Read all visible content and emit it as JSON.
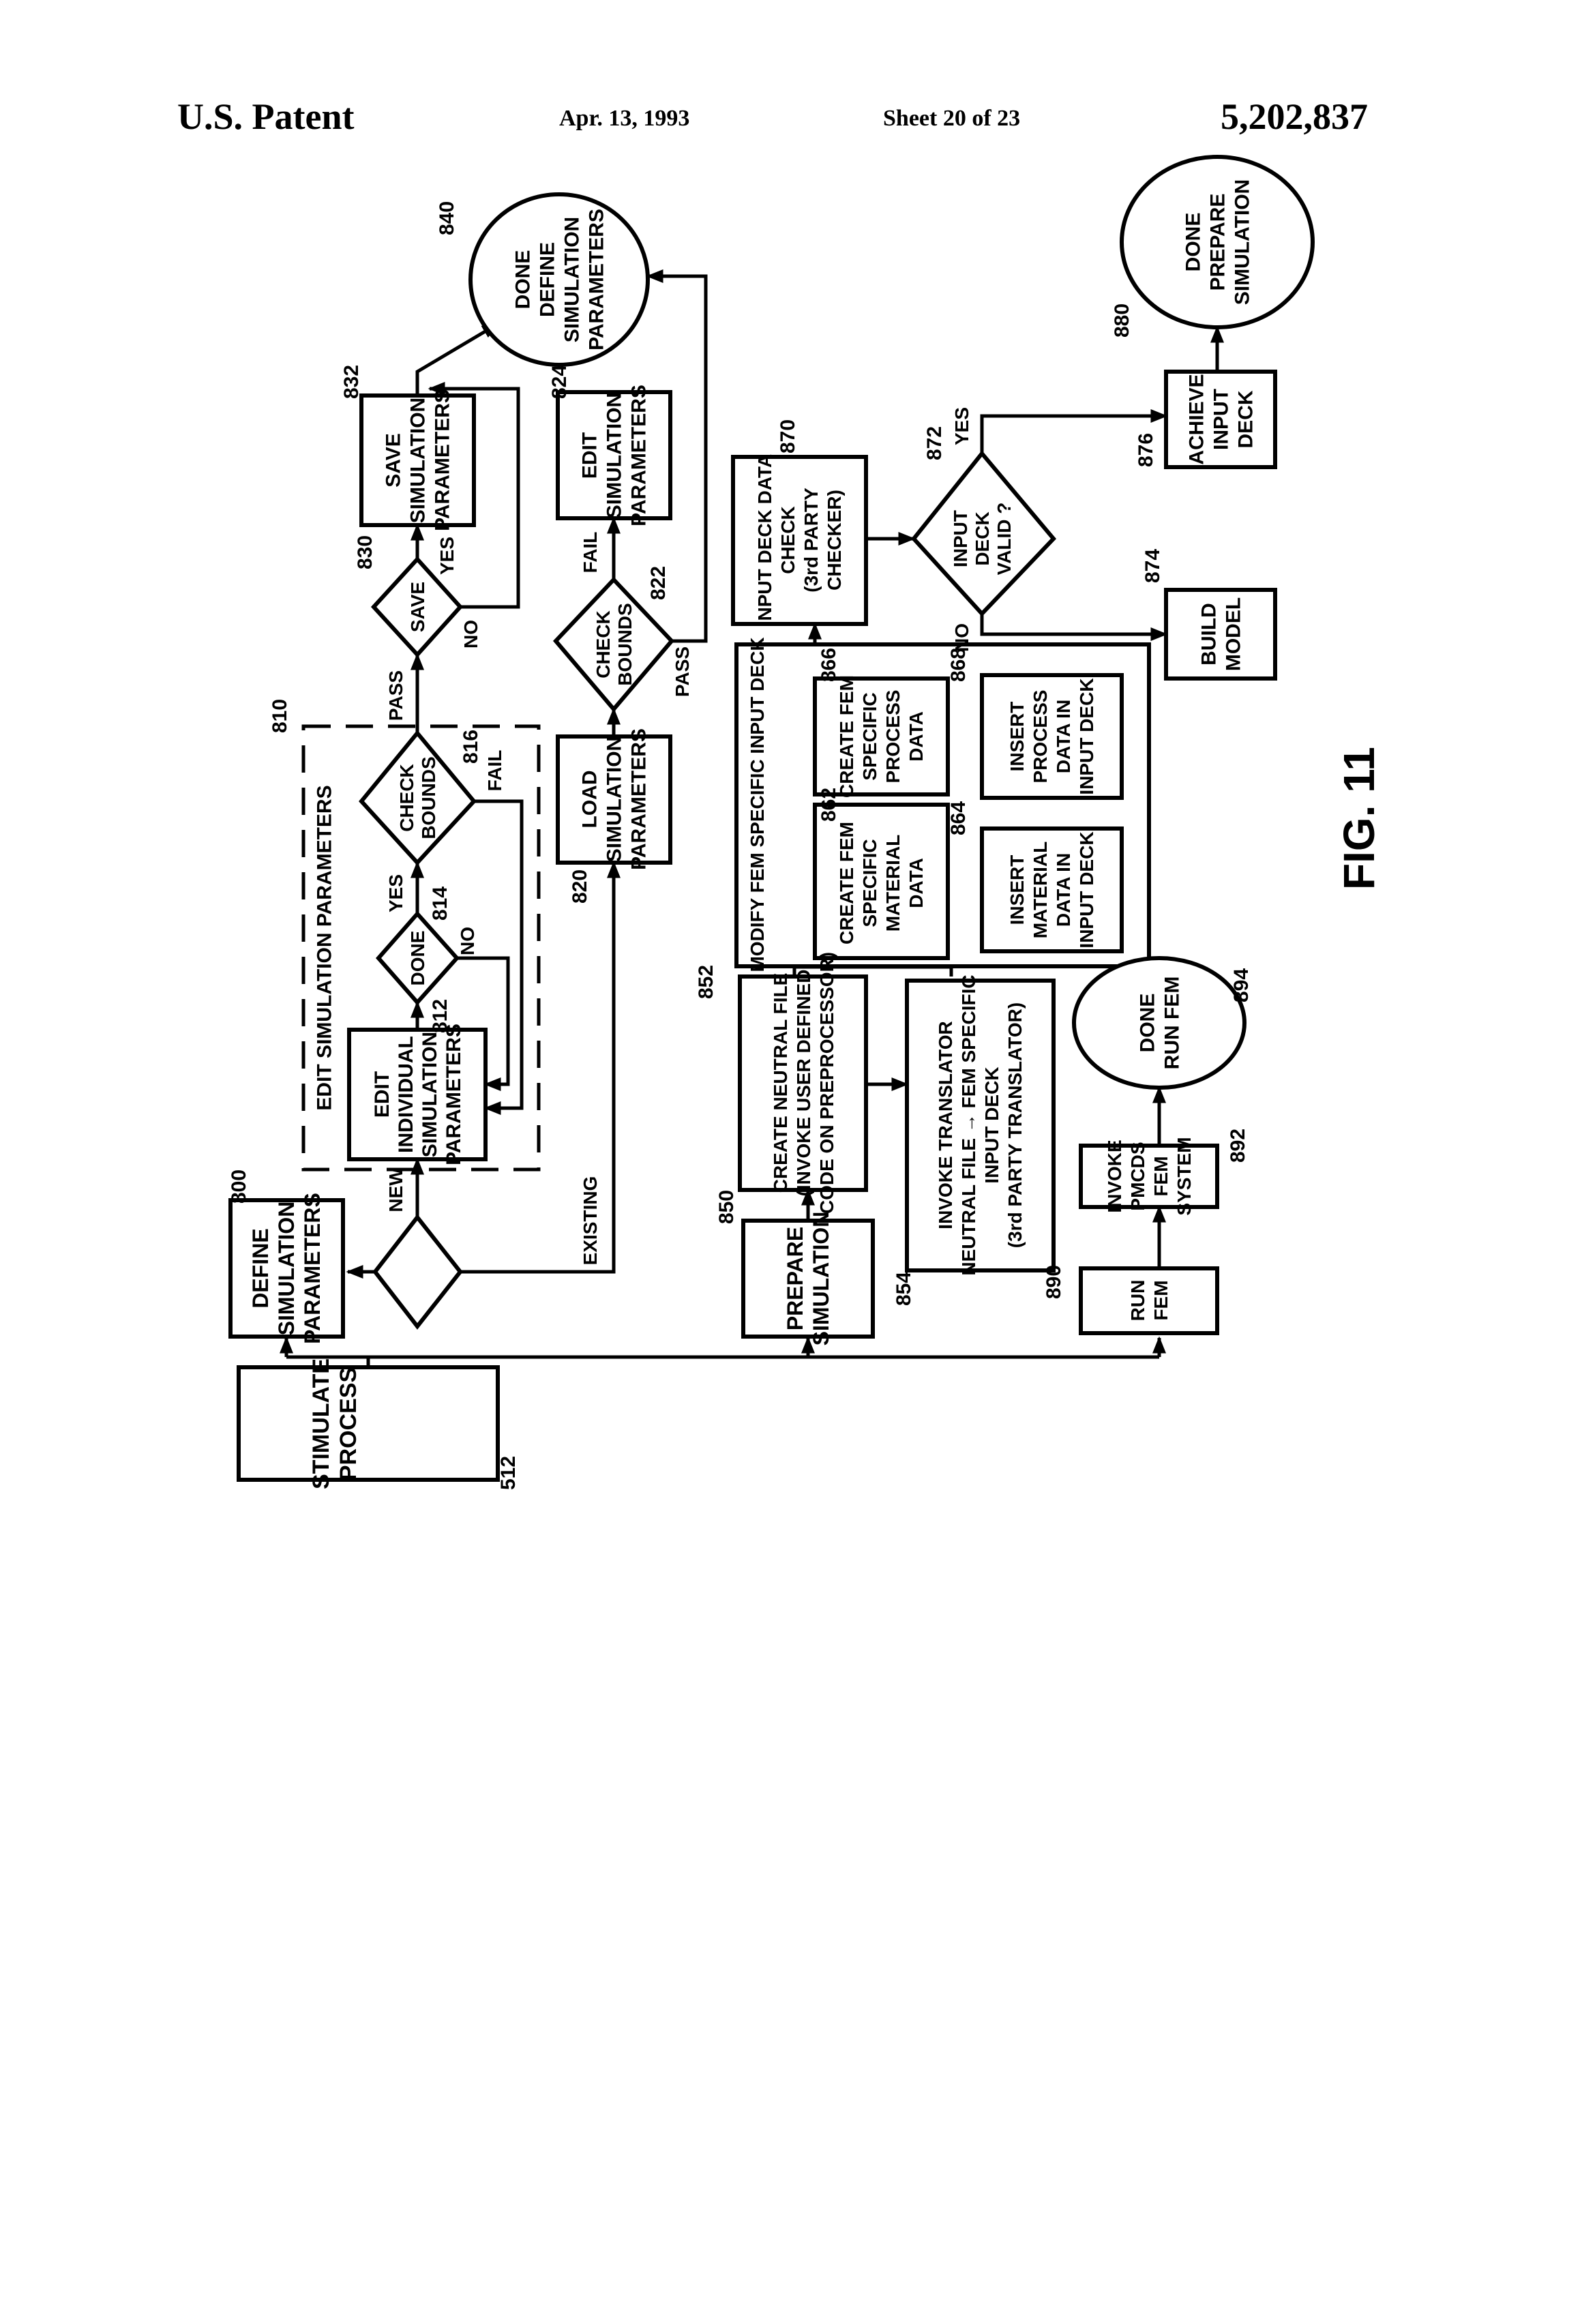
{
  "header": {
    "left": "U.S. Patent",
    "date": "Apr. 13, 1993",
    "sheet": "Sheet 20 of 23",
    "patent_number": "5,202,837"
  },
  "figure_label": "FIG. 11",
  "nodes": {
    "n512": {
      "ref": "512",
      "lines": [
        "STIMULATE",
        "PROCESS"
      ]
    },
    "n800": {
      "ref": "800",
      "lines": [
        "DEFINE",
        "SIMULATION",
        "PARAMETERS"
      ]
    },
    "n810": {
      "ref": "810",
      "lines": [
        "EDIT  SIMULATION PARAMETERS"
      ]
    },
    "n812": {
      "ref": "812",
      "lines": [
        "EDIT",
        "INDIVIDUAL",
        "SIMULATION",
        "PARAMETERS"
      ]
    },
    "n814": {
      "ref": "814",
      "lines": [
        "DONE"
      ]
    },
    "n816": {
      "ref": "816",
      "lines": [
        "CHECK",
        "BOUNDS"
      ]
    },
    "n820": {
      "ref": "820",
      "lines": [
        "LOAD",
        "SIMULATION",
        "PARAMETERS"
      ]
    },
    "n822": {
      "ref": "822",
      "lines": [
        "CHECK",
        "BOUNDS"
      ]
    },
    "n824": {
      "ref": "824",
      "lines": [
        "EDIT",
        "SIMULATION",
        "PARAMETERS"
      ]
    },
    "n830": {
      "ref": "830",
      "lines": [
        "SAVE"
      ]
    },
    "n832": {
      "ref": "832",
      "lines": [
        "SAVE",
        "SIMULATION",
        "PARAMETERS"
      ]
    },
    "n840": {
      "ref": "840",
      "lines": [
        "DONE",
        "DEFINE",
        "SIMULATION",
        "PARAMETERS"
      ]
    },
    "n850": {
      "ref": "850",
      "lines": [
        "PREPARE",
        "SIMULATION"
      ]
    },
    "n852": {
      "ref": "852",
      "lines": [
        "CREATE NEUTRAL FILE",
        "(INVOKE USER DEFINED",
        "CODE ON PREPROCESSOR)"
      ]
    },
    "n854": {
      "ref": "854",
      "lines": [
        "INVOKE  TRANSLATOR",
        "NEUTRAL FILE → FEM  SPECIFIC",
        "INPUT DECK",
        "(3rd PARTY TRANSLATOR)"
      ]
    },
    "n860": {
      "ref": "",
      "lines": [
        "MODIFY  FEM  SPECIFIC INPUT DECK"
      ]
    },
    "n862": {
      "ref": "862",
      "lines": [
        "CREATE  FEM",
        "SPECIFIC",
        "MATERIAL",
        "DATA"
      ]
    },
    "n864": {
      "ref": "864",
      "lines": [
        "INSERT",
        "MATERIAL",
        "DATA IN",
        "INPUT DECK"
      ]
    },
    "n866": {
      "ref": "866",
      "lines": [
        "CREATE FEM",
        "SPECIFIC",
        "PROCESS",
        "DATA"
      ]
    },
    "n868": {
      "ref": "868",
      "lines": [
        "INSERT",
        "PROCESS",
        "DATA IN",
        "INPUT DECK"
      ]
    },
    "n870": {
      "ref": "870",
      "lines": [
        "INPUT DECK DATA",
        "CHECK",
        "(3rd PARTY",
        "CHECKER)"
      ]
    },
    "n872": {
      "ref": "872",
      "lines": [
        "INPUT",
        "DECK",
        "VALID ?"
      ]
    },
    "n874": {
      "ref": "874",
      "lines": [
        "BUILD",
        "MODEL"
      ]
    },
    "n876": {
      "ref": "876",
      "lines": [
        "ACHIEVE",
        "INPUT",
        "DECK"
      ]
    },
    "n880": {
      "ref": "880",
      "lines": [
        "DONE",
        "PREPARE",
        "SIMULATION"
      ]
    },
    "n890": {
      "ref": "890",
      "lines": [
        "RUN",
        "FEM"
      ]
    },
    "n892": {
      "ref": "892",
      "lines": [
        "INVOKE",
        "PMCDS",
        "FEM",
        "SYSTEM"
      ]
    },
    "n894": {
      "ref": "894",
      "lines": [
        "DONE",
        "RUN FEM"
      ]
    }
  },
  "edge_labels": {
    "new": "NEW",
    "existing": "EXISTING",
    "yes_814": "YES",
    "no_814": "NO",
    "pass_816": "PASS",
    "fail_816": "FAIL",
    "yes_830": "YES",
    "no_830": "NO",
    "fail_822": "FAIL",
    "pass_822": "PASS",
    "yes_872": "YES",
    "no_872": "NO"
  }
}
